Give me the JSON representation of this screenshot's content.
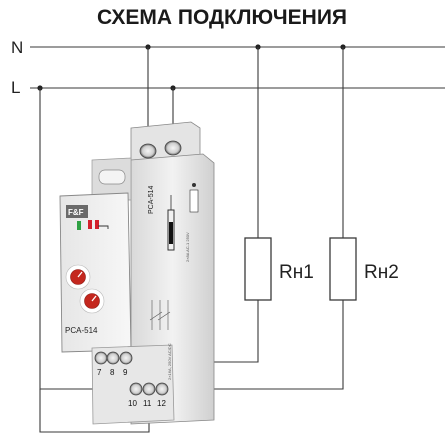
{
  "title": "СХЕМА ПОДКЛЮЧЕНИЯ",
  "bus": {
    "n_label": "N",
    "l_label": "L"
  },
  "loads": [
    {
      "label": "Rн1"
    },
    {
      "label": "Rн2"
    }
  ],
  "device": {
    "model_front": "PCA-514",
    "model_side": "PCA-514",
    "logo": "F&F",
    "terminals_bottom_front": [
      "7",
      "8",
      "9"
    ],
    "terminals_bottom_back": [
      "10",
      "11",
      "12"
    ],
    "side_spec": "2×8A AC-1 250V",
    "side_spec2": "2×16A, 250V AC/DC"
  },
  "colors": {
    "logo_red": "#d3202b",
    "logo_green": "#2ea043",
    "dial_red": "#c4271e",
    "wire": "#3a3a3a",
    "body": "#ededed"
  }
}
